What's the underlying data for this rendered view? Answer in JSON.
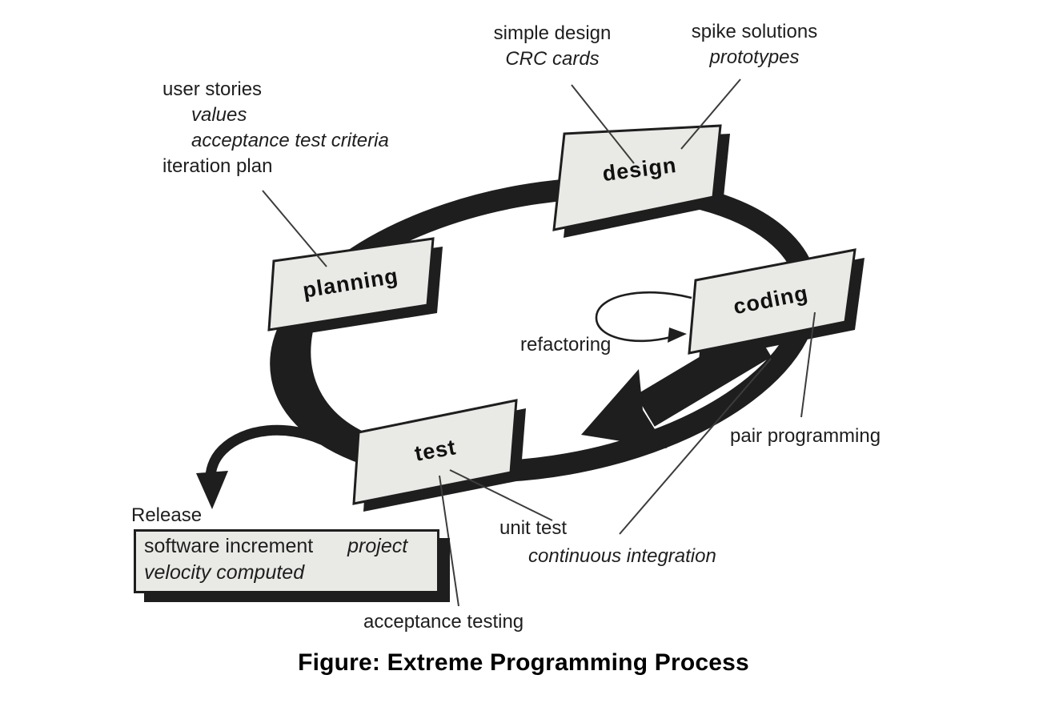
{
  "caption": "Figure: Extreme Programming Process",
  "boxes": {
    "planning": "planning",
    "design": "design",
    "coding": "coding",
    "test": "test"
  },
  "labels": {
    "user_stories": "user stories",
    "values": "values",
    "acceptance_test_criteria": "acceptance test criteria",
    "iteration_plan": "iteration plan",
    "simple_design": "simple design",
    "crc_cards": "CRC cards",
    "spike_solutions": "spike solutions",
    "prototypes": "prototypes",
    "refactoring": "refactoring",
    "pair_programming": "pair programming",
    "unit_test": "unit test",
    "continuous_integration": "continuous integration",
    "acceptance_testing": "acceptance testing",
    "release": "Release",
    "software_increment": "software increment",
    "project_velocity_computed": "project velocity computed"
  },
  "colors": {
    "background": "#ffffff",
    "ink": "#1e1e1e",
    "box_fill": "#e9e9e6",
    "leader_line": "#3c3c3c"
  }
}
